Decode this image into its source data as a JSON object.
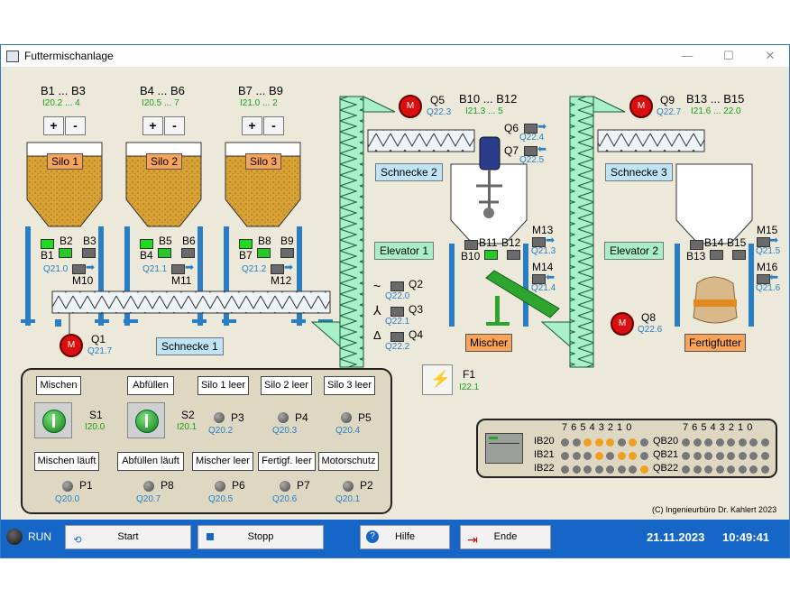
{
  "window": {
    "title": "Futtermischanlage",
    "btn_min": "—",
    "btn_max": "☐",
    "btn_close": "✕"
  },
  "silos": [
    {
      "name": "Silo 1",
      "range": "B1 ... B3",
      "addr": "I20.2 ... 4",
      "s1": "B1",
      "s2": "B2",
      "s3": "B3",
      "q": "Q21.0",
      "m": "M10"
    },
    {
      "name": "Silo 2",
      "range": "B4 ... B6",
      "addr": "I20.5 ... 7",
      "s1": "B4",
      "s2": "B5",
      "s3": "B6",
      "q": "Q21.1",
      "m": "M11"
    },
    {
      "name": "Silo 3",
      "range": "B7 ... B9",
      "addr": "I21.0 ... 2",
      "s1": "B7",
      "s2": "B8",
      "s3": "B9",
      "q": "Q21.2",
      "m": "M12"
    }
  ],
  "plus": "+",
  "minus": "-",
  "schnecke1": {
    "label": "Schnecke 1",
    "motor": "Q1",
    "addr": "Q21.7",
    "m": "M"
  },
  "elevator1": {
    "label": "Elevator 1"
  },
  "schnecke2": {
    "label": "Schnecke 2",
    "motor": "Q5",
    "addr": "Q22.3"
  },
  "mixer_sens": {
    "range": "B10 ... B12",
    "addr": "I21.3 ... 5",
    "b10": "B10",
    "b11": "B11",
    "b12": "B12"
  },
  "q6": {
    "label": "Q6",
    "addr": "Q22.4"
  },
  "q7": {
    "label": "Q7",
    "addr": "Q22.5"
  },
  "m13": {
    "label": "M13",
    "addr": "Q21.3"
  },
  "m14": {
    "label": "M14",
    "addr": "Q21.4"
  },
  "motor_star": {
    "q2": "Q2",
    "q2a": "Q22.0",
    "q3": "Q3",
    "q3a": "Q22.1",
    "q4": "Q4",
    "q4a": "Q22.2",
    "sym2": "~",
    "sym3": "⅄",
    "sym4": "Δ"
  },
  "mischer": {
    "label": "Mischer"
  },
  "elevator2": {
    "label": "Elevator 2",
    "motor": "Q8",
    "addr": "Q22.6"
  },
  "schnecke3": {
    "label": "Schnecke 3",
    "motor": "Q9",
    "addr": "Q22.7"
  },
  "final_sens": {
    "range": "B13 ... B15",
    "addr": "I21.6 ... 22.0",
    "b13": "B13",
    "b14": "B14",
    "b15": "B15"
  },
  "m15": {
    "label": "M15",
    "addr": "Q21.5"
  },
  "m16": {
    "label": "M16",
    "addr": "Q21.6"
  },
  "fertigfutter": {
    "label": "Fertigfutter"
  },
  "f1": {
    "label": "F1",
    "addr": "I22.1"
  },
  "panel": {
    "btn_mischen": "Mischen",
    "btn_abfuellen": "Abfüllen",
    "btn_silo1": "Silo 1 leer",
    "btn_silo2": "Silo 2 leer",
    "btn_silo3": "Silo 3 leer",
    "s1": "S1",
    "s1a": "I20.0",
    "s2": "S2",
    "s2a": "I20.1",
    "p3": "P3",
    "p3a": "Q20.2",
    "p4": "P4",
    "p4a": "Q20.3",
    "p5": "P5",
    "p5a": "Q20.4",
    "st_mischen": "Mischen läuft",
    "st_abfuellen": "Abfüllen läuft",
    "st_mischer": "Mischer leer",
    "st_fertig": "Fertigf. leer",
    "st_motor": "Motorschutz",
    "p1": "P1",
    "p1a": "Q20.0",
    "p8": "P8",
    "p8a": "Q20.7",
    "p6": "P6",
    "p6a": "Q20.5",
    "p7": "P7",
    "p7a": "Q20.6",
    "p2": "P2",
    "p2a": "Q20.1"
  },
  "io": {
    "bits": "7 6 5 4 3 2 1 0",
    "ib": [
      "IB20",
      "IB21",
      "IB22"
    ],
    "qb": [
      "QB20",
      "QB21",
      "QB22"
    ],
    "ib_states": [
      [
        0,
        0,
        1,
        1,
        1,
        0,
        1,
        0
      ],
      [
        0,
        0,
        0,
        1,
        0,
        1,
        1,
        0
      ],
      [
        0,
        0,
        0,
        0,
        0,
        0,
        0,
        1
      ]
    ],
    "qb_states": [
      [
        0,
        0,
        0,
        0,
        0,
        0,
        0,
        0
      ],
      [
        0,
        0,
        0,
        0,
        0,
        0,
        0,
        0
      ],
      [
        0,
        0,
        0,
        0,
        0,
        0,
        0,
        0
      ]
    ]
  },
  "copyright": "(C) Ingenieurbüro Dr. Kahlert 2023",
  "status": {
    "run": "RUN",
    "start": "Start",
    "stopp": "Stopp",
    "hilfe": "Hilfe",
    "ende": "Ende",
    "date": "21.11.2023",
    "time": "10:49:41"
  }
}
